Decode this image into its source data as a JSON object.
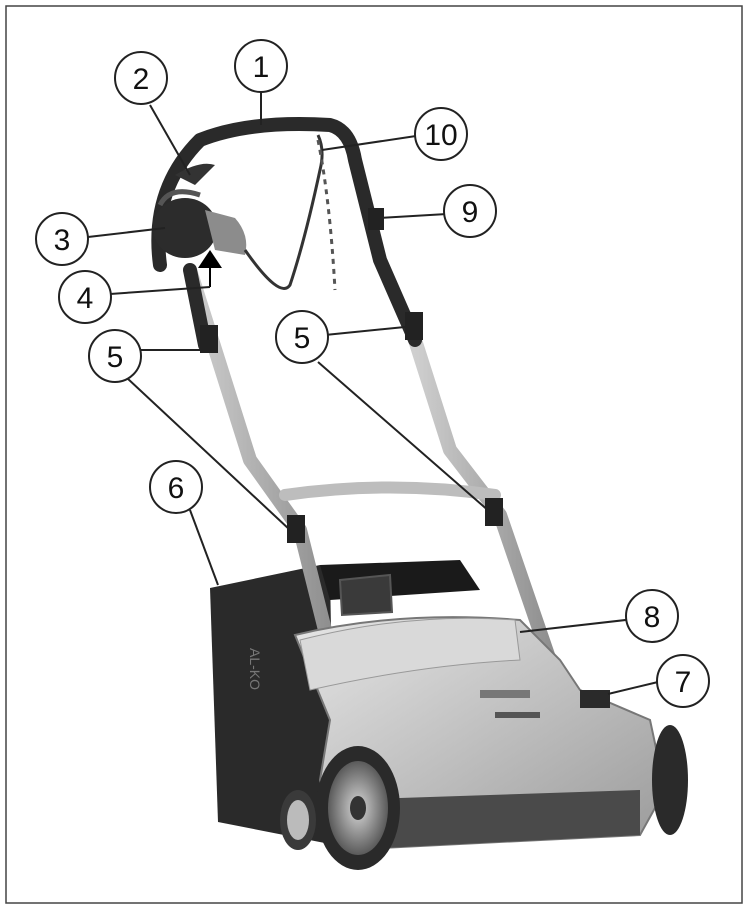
{
  "diagram": {
    "callouts": [
      {
        "id": "c1",
        "label": "1"
      },
      {
        "id": "c2",
        "label": "2"
      },
      {
        "id": "c3",
        "label": "3"
      },
      {
        "id": "c4",
        "label": "4"
      },
      {
        "id": "c5a",
        "label": "5"
      },
      {
        "id": "c5b",
        "label": "5"
      },
      {
        "id": "c6",
        "label": "6"
      },
      {
        "id": "c7",
        "label": "7"
      },
      {
        "id": "c8",
        "label": "8"
      },
      {
        "id": "c9",
        "label": "9"
      },
      {
        "id": "c10",
        "label": "10"
      }
    ],
    "brand_mark": "AL-KO"
  }
}
